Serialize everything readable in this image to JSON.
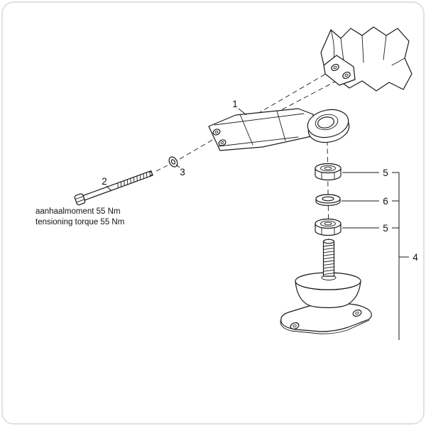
{
  "labels": {
    "part1": "1",
    "part2": "2",
    "part3": "3",
    "part4": "4",
    "part5_top": "5",
    "part6": "6",
    "part5_bottom": "5"
  },
  "notes": {
    "torque_line1": "aanhaalmoment 55 Nm",
    "torque_line2": "tensioning torque 55 Nm"
  },
  "colors": {
    "line": "#1a1a1a",
    "background": "#ffffff",
    "border": "#d6d6d6"
  }
}
